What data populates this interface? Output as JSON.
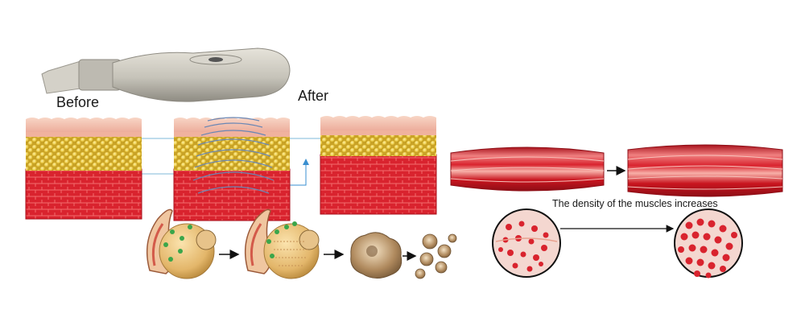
{
  "labels": {
    "before": "Before",
    "after": "After",
    "muscle_density": "The density of the muscles increases"
  },
  "colors": {
    "skin_top": "#f3c2ad",
    "skin_pink": "#e9a08e",
    "fat_yellow": "#e8c640",
    "fat_dark": "#c7a021",
    "muscle_red": "#d9232e",
    "muscle_dark": "#a8121c",
    "device_gray": "#c6c3b9",
    "cell_tan": "#e3b66a",
    "arrow": "#111111"
  },
  "icons": {
    "device": "ultrasound-handpiece-icon",
    "arrow": "right-arrow-icon",
    "fat_cell": "fat-cell-icon",
    "muscle": "muscle-fiber-icon",
    "magnifier": "tissue-cross-section-icon"
  }
}
